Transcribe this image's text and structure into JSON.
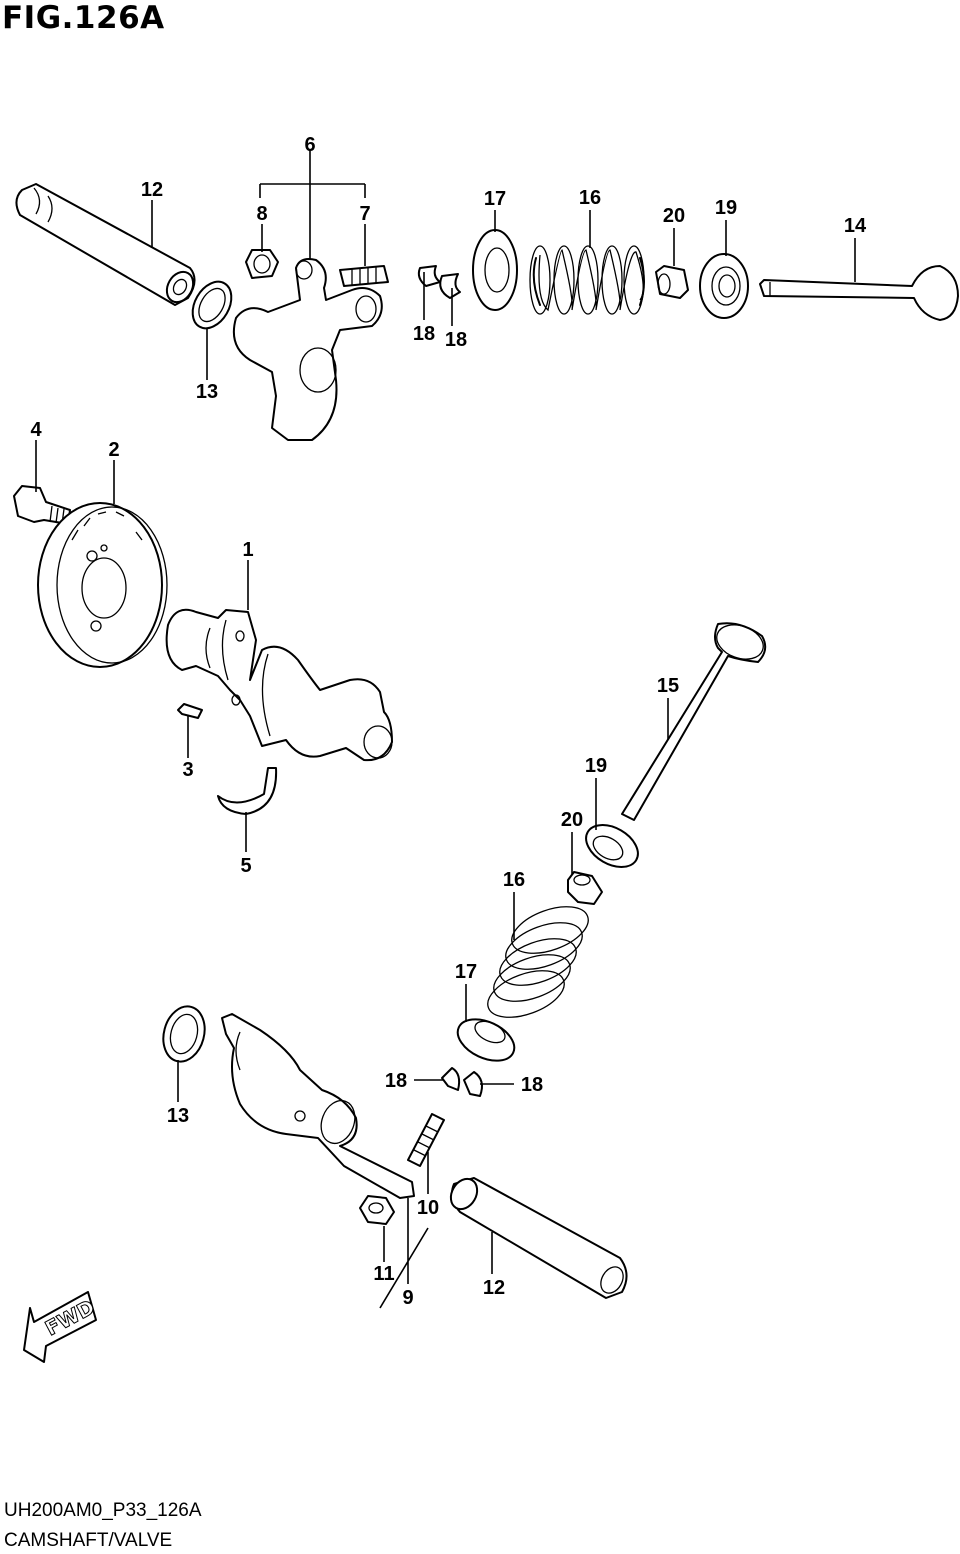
{
  "figure_title": "FIG.126A",
  "footer": {
    "code": "UH200AM0_P33_126A",
    "name": "CAMSHAFT/VALVE"
  },
  "fwd_label": "FWD",
  "callouts": {
    "c1": "1",
    "c2": "2",
    "c3": "3",
    "c4": "4",
    "c5": "5",
    "c6": "6",
    "c7_top": "7",
    "c8_top": "8",
    "c9": "9",
    "c10": "10",
    "c11": "11",
    "c12_top": "12",
    "c12_bottom": "12",
    "c13_top": "13",
    "c13_bottom": "13",
    "c14": "14",
    "c15": "15",
    "c16_top": "16",
    "c16_bottom": "16",
    "c17_top": "17",
    "c17_bottom": "17",
    "c18_top_a": "18",
    "c18_top_b": "18",
    "c18_bottom_a": "18",
    "c18_bottom_b": "18",
    "c19_top": "19",
    "c19_bottom": "19",
    "c20_top": "20",
    "c20_bottom": "20"
  }
}
